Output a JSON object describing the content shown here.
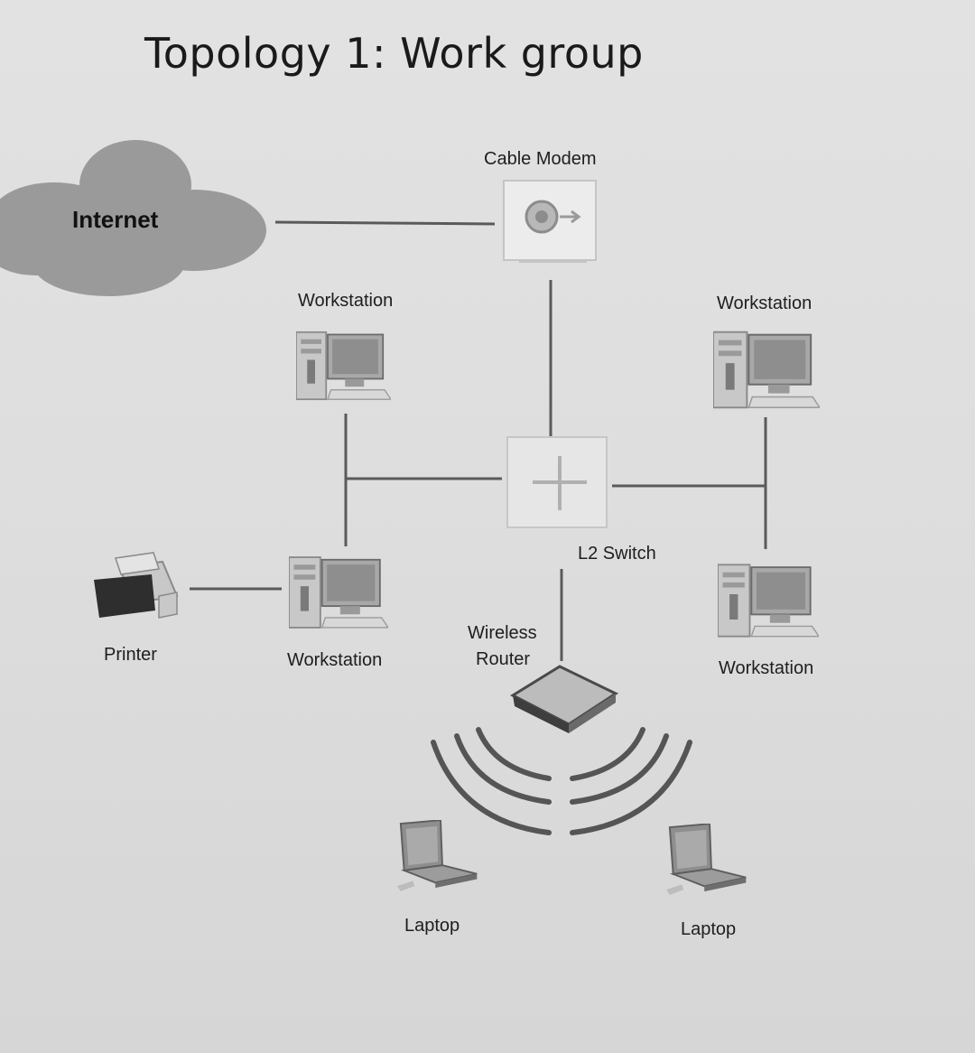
{
  "title": "Topology 1: Work group",
  "cloud": {
    "label": "Internet",
    "color": "#9a9a9a"
  },
  "nodes": {
    "cable_modem": {
      "label": "Cable Modem",
      "icon": "cable-modem-icon"
    },
    "workstation_top_left": {
      "label": "Workstation",
      "icon": "workstation-icon"
    },
    "workstation_top_right": {
      "label": "Workstation",
      "icon": "workstation-icon"
    },
    "l2_switch": {
      "label": "L2 Switch",
      "icon": "switch-icon"
    },
    "printer": {
      "label": "Printer",
      "icon": "printer-icon"
    },
    "workstation_bottom_left": {
      "label": "Workstation",
      "icon": "workstation-icon"
    },
    "wireless_router": {
      "label_line1": "Wireless",
      "label_line2": "Router",
      "icon": "wireless-router-icon"
    },
    "workstation_bottom_right": {
      "label": "Workstation",
      "icon": "workstation-icon"
    },
    "laptop_left": {
      "label": "Laptop",
      "icon": "laptop-icon"
    },
    "laptop_right": {
      "label": "Laptop",
      "icon": "laptop-icon"
    }
  },
  "colors": {
    "link": "#5a5a5a",
    "device_light": "#d2d2d2",
    "device_mid": "#9a9a9a",
    "device_dark": "#3a3a3a",
    "signal": "#555555"
  }
}
